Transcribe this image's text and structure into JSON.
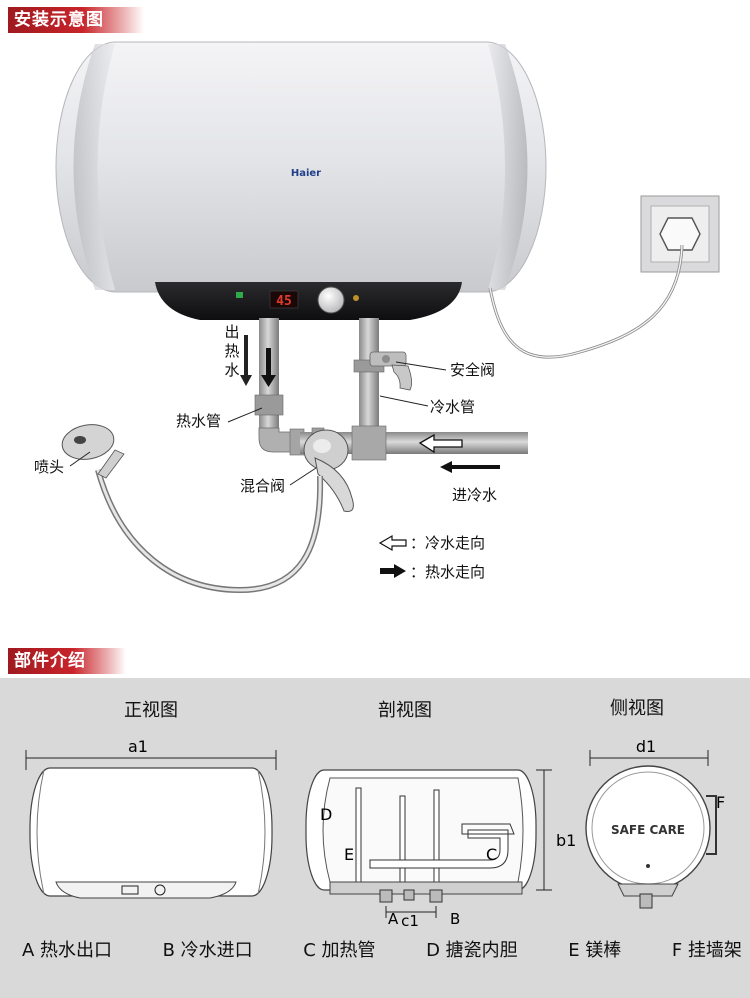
{
  "banners": {
    "install": "安装示意图",
    "parts": "部件介绍"
  },
  "install": {
    "brand": "Haier",
    "display_value": "45",
    "socket_panel": "",
    "labels": {
      "hot_out": [
        "出",
        "热",
        "水"
      ],
      "hot_pipe": "热水管",
      "shower_head": "喷头",
      "mixing_valve": "混合阀",
      "safety_valve": "安全阀",
      "cold_pipe": "冷水管",
      "cold_in": "进冷水"
    },
    "legend": {
      "cold_flow": "：冷水走向",
      "hot_flow": "：热水走向"
    }
  },
  "parts": {
    "views": {
      "front": "正视图",
      "section": "剖视图",
      "side": "侧视图"
    },
    "dims": {
      "a1": "a1",
      "b1": "b1",
      "c1": "c1",
      "d1": "d1"
    },
    "markers": {
      "A": "A",
      "B": "B",
      "C": "C",
      "D": "D",
      "E": "E",
      "F": "F"
    },
    "side_badge": "SAFE CARE",
    "legend": [
      "A  热水出口",
      "B  冷水进口",
      "C  加热管",
      "D  搪瓷内胆",
      "E  镁棒",
      "F  挂墙架"
    ]
  },
  "colors": {
    "banner": "#c8242a",
    "panel_gray": "#d9d9d9",
    "display_red": "#e03a2a",
    "indicator_green": "#2faa4a"
  }
}
